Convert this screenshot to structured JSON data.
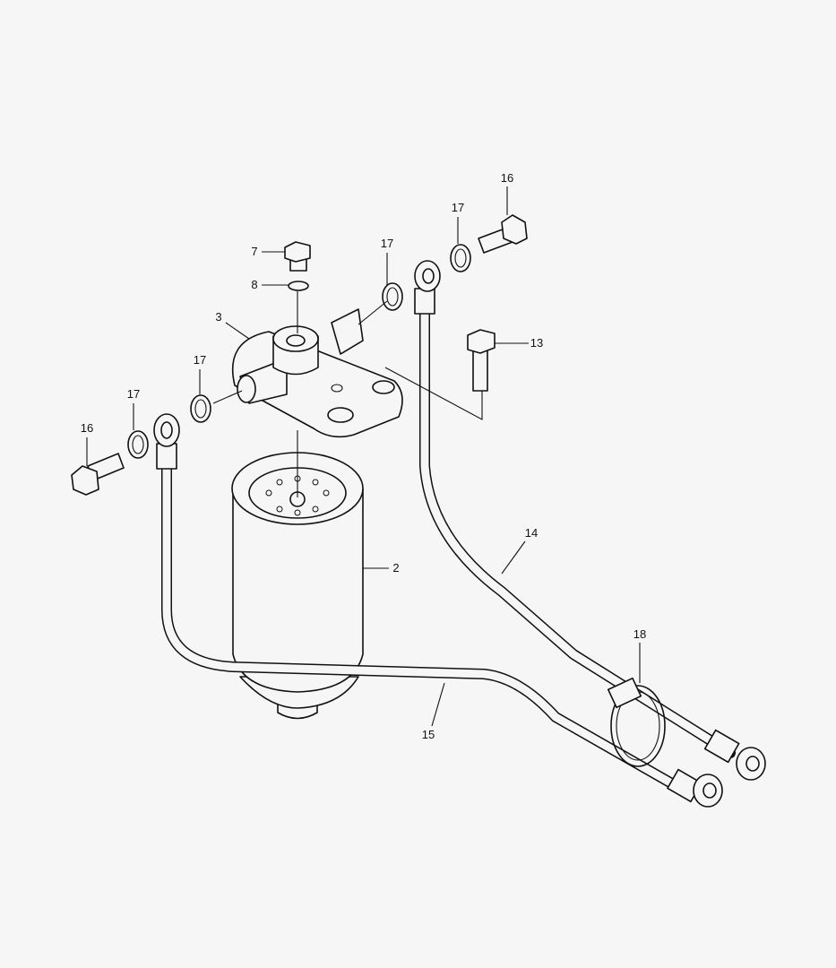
{
  "diagram": {
    "callouts": [
      {
        "id": "c16a",
        "text": "16"
      },
      {
        "id": "c17a",
        "text": "17"
      },
      {
        "id": "c17b",
        "text": "17"
      },
      {
        "id": "c7",
        "text": "7"
      },
      {
        "id": "c8",
        "text": "8"
      },
      {
        "id": "c3",
        "text": "3"
      },
      {
        "id": "c13",
        "text": "13"
      },
      {
        "id": "c17c",
        "text": "17"
      },
      {
        "id": "c17d",
        "text": "17"
      },
      {
        "id": "c16b",
        "text": "16"
      },
      {
        "id": "c2",
        "text": "2"
      },
      {
        "id": "c14",
        "text": "14"
      },
      {
        "id": "c18",
        "text": "18"
      },
      {
        "id": "c15",
        "text": "15"
      }
    ]
  }
}
